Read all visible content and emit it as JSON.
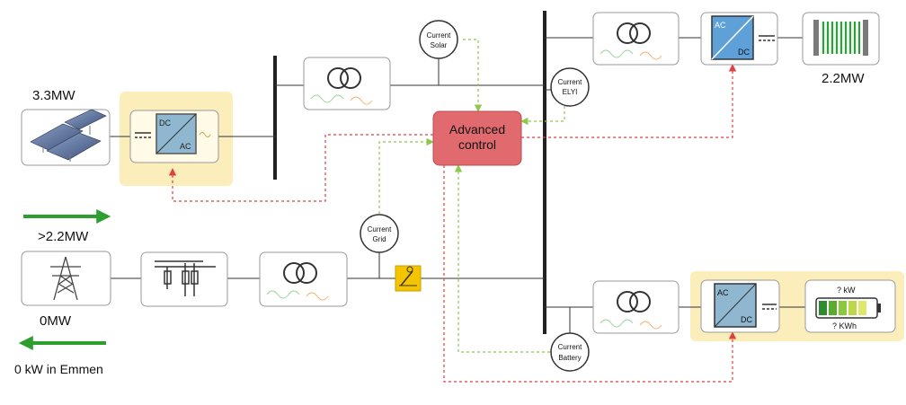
{
  "labels": {
    "solar_power": "3.3MW",
    "electrolyser_power": "2.2MW",
    "grid_flow_in": ">2.2MW",
    "grid_flow_out": "0MW",
    "emmen_note": "0 kW in Emmen"
  },
  "controller": {
    "line1": "Advanced",
    "line2": "control"
  },
  "sensors": {
    "solar": {
      "line1": "Current",
      "line2": "Solar"
    },
    "elyi": {
      "line1": "Current",
      "line2": "ELYI"
    },
    "grid": {
      "line1": "Current",
      "line2": "Grid"
    },
    "battery": {
      "line1": "Current",
      "line2": "Battery"
    }
  },
  "converters": {
    "solar_inverter": {
      "top": "DC",
      "bottom": "AC"
    },
    "ely_rectifier": {
      "top": "AC",
      "bottom": "DC"
    },
    "battery_converter": {
      "top": "AC",
      "bottom": "DC"
    }
  },
  "battery": {
    "power": "? kW",
    "energy": "? KWh"
  },
  "colors": {
    "highlight": "#fbeebb",
    "controller_fill": "#e06a6e",
    "control_signal": "#e04040",
    "measurement_signal": "#8cc84b",
    "flow_arrow": "#2e9e2e",
    "switch": "#f5c400"
  }
}
